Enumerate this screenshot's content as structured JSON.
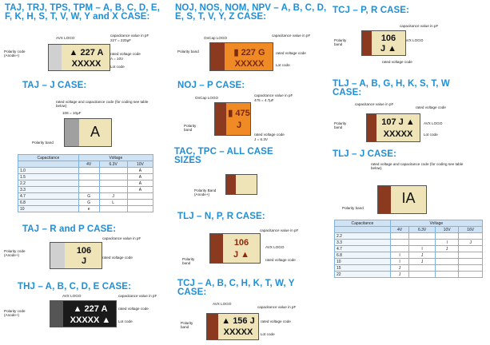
{
  "titles": {
    "taj_trj": "TAJ, TRJ, TPS, TPM – A, B, C, D, E, F, K, H, S, T, V, W, Y and X CASE:",
    "noj_nos": "NOJ, NOS, NOM, NPV – A, B, C, D, E, S, T, V, Y, Z CASE:",
    "tcj_pr": "TCJ – P, R CASE:",
    "taj_j": "TAJ – J CASE:",
    "noj_p": "NOJ – P CASE:",
    "tlj_abg": "TLJ – A, B, G, H, K, S, T, W CASE:",
    "tac_tpc": "TAC, TPC – ALL CASE SIZES",
    "tlj_j": "TLJ – J CASE:",
    "taj_rp": "TAJ – R and P CASE:",
    "tlj_npr": "TLJ – N, P, R CASE:",
    "thj": "THJ – A, B, C, D, E CASE:",
    "tcj_abc": "TCJ – A, B, C, H, K, T, W, Y CASE:"
  },
  "chips": {
    "c1": {
      "top": "▲ 227 A",
      "bottom": "XXXXX"
    },
    "c2": {
      "top": "▮ 227 G",
      "bottom": "XXXXX"
    },
    "c3": {
      "top": "106",
      "bottom": "J ▲"
    },
    "c4": {
      "top": "A"
    },
    "c5": {
      "top": "▮ 475",
      "bottom": "J"
    },
    "c6": {
      "top": "107 J ▲",
      "bottom": "XXXXX"
    },
    "c7": {
      "top": "IA"
    },
    "c8": {
      "top": "106",
      "bottom": "J"
    },
    "c9": {
      "top": "106",
      "bottom": "J ▲"
    },
    "c10": {
      "top": "▲ 227 A",
      "bottom": "XXXXX ▲"
    },
    "c11": {
      "top": "▲ 156 J",
      "bottom": "XXXXX"
    }
  },
  "labels": {
    "avx_logo": "AVX LOGO",
    "cap_pf": "capacitance value in pF",
    "cap_ex": "227 = 220µF",
    "rated_v": "rated voltage code",
    "rated_ex": "A = 10V",
    "lot": "Lot code",
    "polarity": "Polarity code (Anode+)",
    "polarity_band": "Polarity band",
    "polarity_anode": "Polarity Band (Anode+)",
    "rv_cap_code": "rated voltage and capacitance code (for coding see table below)",
    "cap_ex2": "106 = 10µF",
    "rated_ex2": "J = 6.3V",
    "oncap_logo": "OnCap LOGO",
    "cap_ex3": "475 = 4.7µF"
  },
  "table_taj": {
    "headers": [
      "Capacitance",
      "Voltage"
    ],
    "voltages": [
      "4V",
      "6.3V",
      "10V"
    ],
    "rows": [
      [
        "1.0",
        "",
        "",
        "A"
      ],
      [
        "1.5",
        "",
        "",
        "A"
      ],
      [
        "2.2",
        "",
        "",
        "A"
      ],
      [
        "3.3",
        "",
        "",
        "A"
      ],
      [
        "4.7",
        "G",
        "J",
        ""
      ],
      [
        "6.8",
        "G",
        "L",
        ""
      ],
      [
        "10",
        "e",
        "",
        ""
      ]
    ]
  },
  "table_tlj": {
    "headers": [
      "Capacitance",
      "Voltage"
    ],
    "voltages": [
      "4V",
      "6.3V",
      "10V",
      "16V"
    ],
    "rows": [
      [
        "2.2",
        "",
        "",
        "",
        ""
      ],
      [
        "3.3",
        "",
        "",
        "I",
        "J"
      ],
      [
        "4.7",
        "",
        "I",
        "J",
        ""
      ],
      [
        "6.8",
        "I",
        "J",
        "",
        ""
      ],
      [
        "10",
        "I",
        "J",
        "",
        ""
      ],
      [
        "15",
        "J",
        "",
        "",
        ""
      ],
      [
        "22",
        "J",
        "",
        "",
        ""
      ]
    ]
  }
}
